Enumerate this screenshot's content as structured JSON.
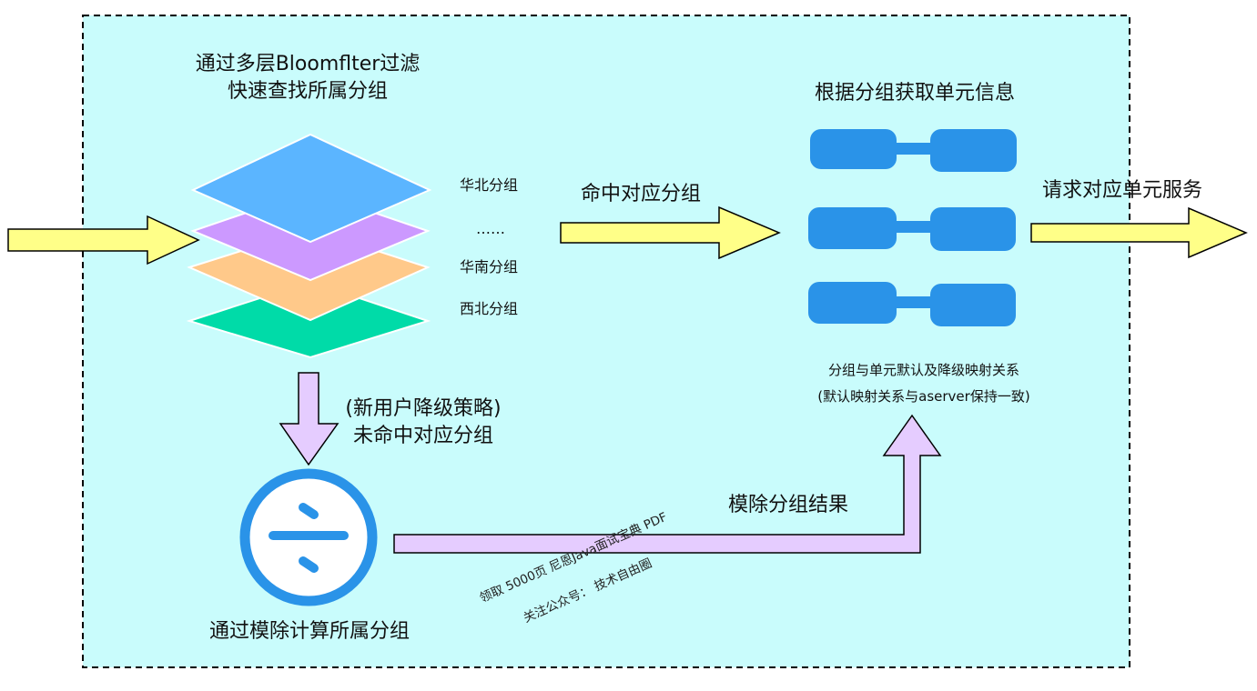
{
  "bloom": {
    "title_line1": "通过多层Bloomflter过滤",
    "title_line2": "快速查找所属分组",
    "groups": [
      "华北分组",
      "……",
      "华南分组",
      "西北分组"
    ]
  },
  "hit_label": "命中对应分组",
  "unit_info": {
    "title": "根据分组获取单元信息",
    "mapping_line1": "分组与单元默认及降级映射关系",
    "mapping_line2": "(默认映射关系与aserver保持一致)"
  },
  "request_label": "请求对应单元服务",
  "miss": {
    "line1": "(新用户降级策略)",
    "line2": "未命中对应分组"
  },
  "modulo": {
    "caption": "通过模除计算所属分组",
    "result_label": "模除分组结果"
  },
  "watermark": {
    "line1": "领取 5000页 尼恩Java面试宝典 PDF",
    "line2": "关注公众号： 技术自由圈"
  },
  "colors": {
    "frame_bg": "#c9fcfc",
    "yellow_arrow": "#ffff88",
    "purple_arrow": "#e5ccff",
    "layer_blue": "#5bb5ff",
    "layer_purple": "#cc99ff",
    "layer_orange": "#ffc98a",
    "layer_green": "#00dba8",
    "node_blue": "#2a93e8"
  }
}
